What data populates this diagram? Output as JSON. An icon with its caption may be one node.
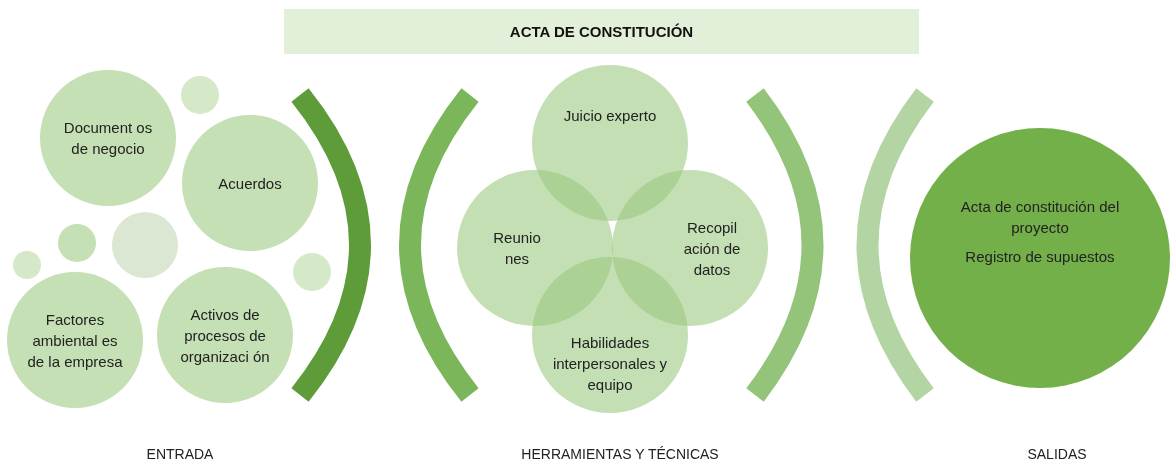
{
  "diagram": {
    "title": "ACTA DE CONSTITUCIÓN",
    "nodes": [
      {
        "text": [
          "Document os de negocio"
        ]
      },
      {
        "text": [],
        "shape": "circle"
      },
      {
        "text": [
          "Acuerdos"
        ]
      },
      {
        "text": [],
        "shape": "circle"
      },
      {
        "text": [],
        "shape": "circle"
      },
      {
        "text": [],
        "shape": "circle"
      },
      {
        "text": [],
        "shape": "circle"
      },
      {
        "text": [
          "Factores ambiental es de la empresa"
        ]
      },
      {
        "text": [
          "Activos de procesos de organizaci ón"
        ]
      },
      {
        "text": [
          "Juicio experto"
        ]
      },
      {
        "text": [
          "Reunio nes"
        ]
      },
      {
        "text": [
          "Recopil ación de datos"
        ]
      },
      {
        "text": [
          "Habilidades interpersonales y equipo"
        ]
      },
      {
        "text": [
          "Acta de constitución del proyecto",
          "Registro de supuestos"
        ]
      }
    ],
    "labels": [
      "ENTRADA",
      "HERRAMIENTAS Y TÉCNICAS",
      "SALIDAS"
    ]
  }
}
